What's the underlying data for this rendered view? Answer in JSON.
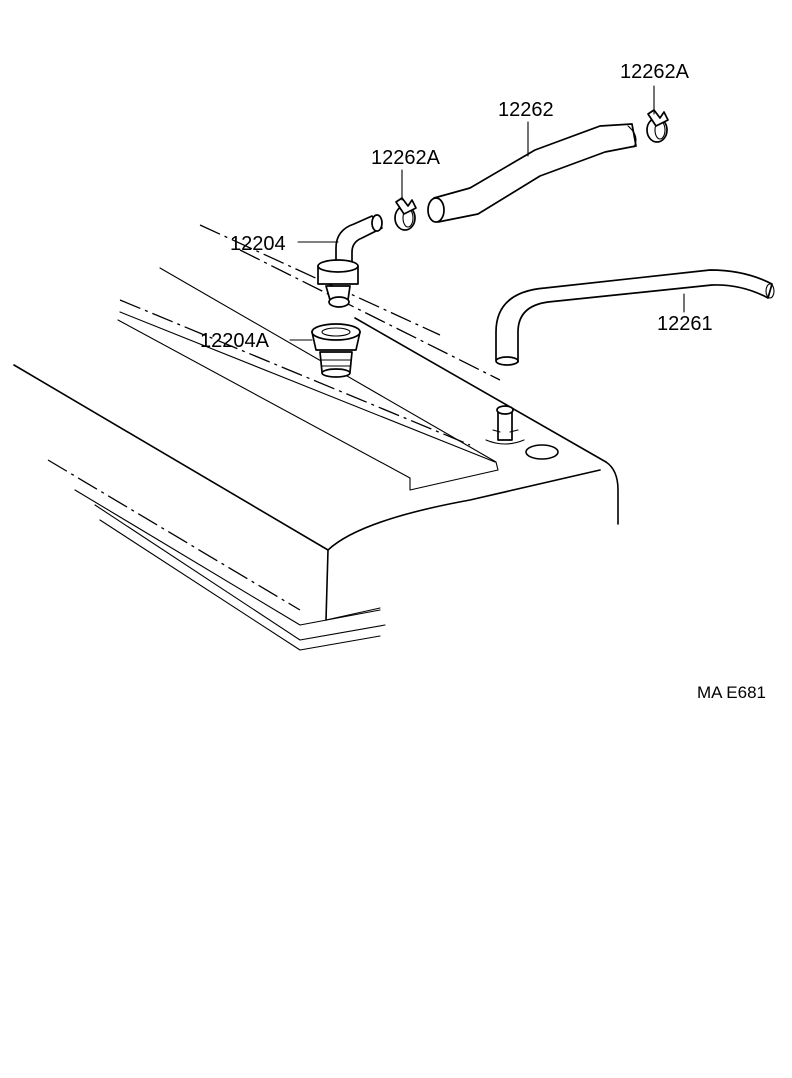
{
  "labels": {
    "clamp_top": "12262A",
    "hose_upper": "12262",
    "clamp_mid": "12262A",
    "pcv_valve": "12204",
    "grommet": "12204A",
    "hose_lower": "12261"
  },
  "diagram_code": "MA E681"
}
